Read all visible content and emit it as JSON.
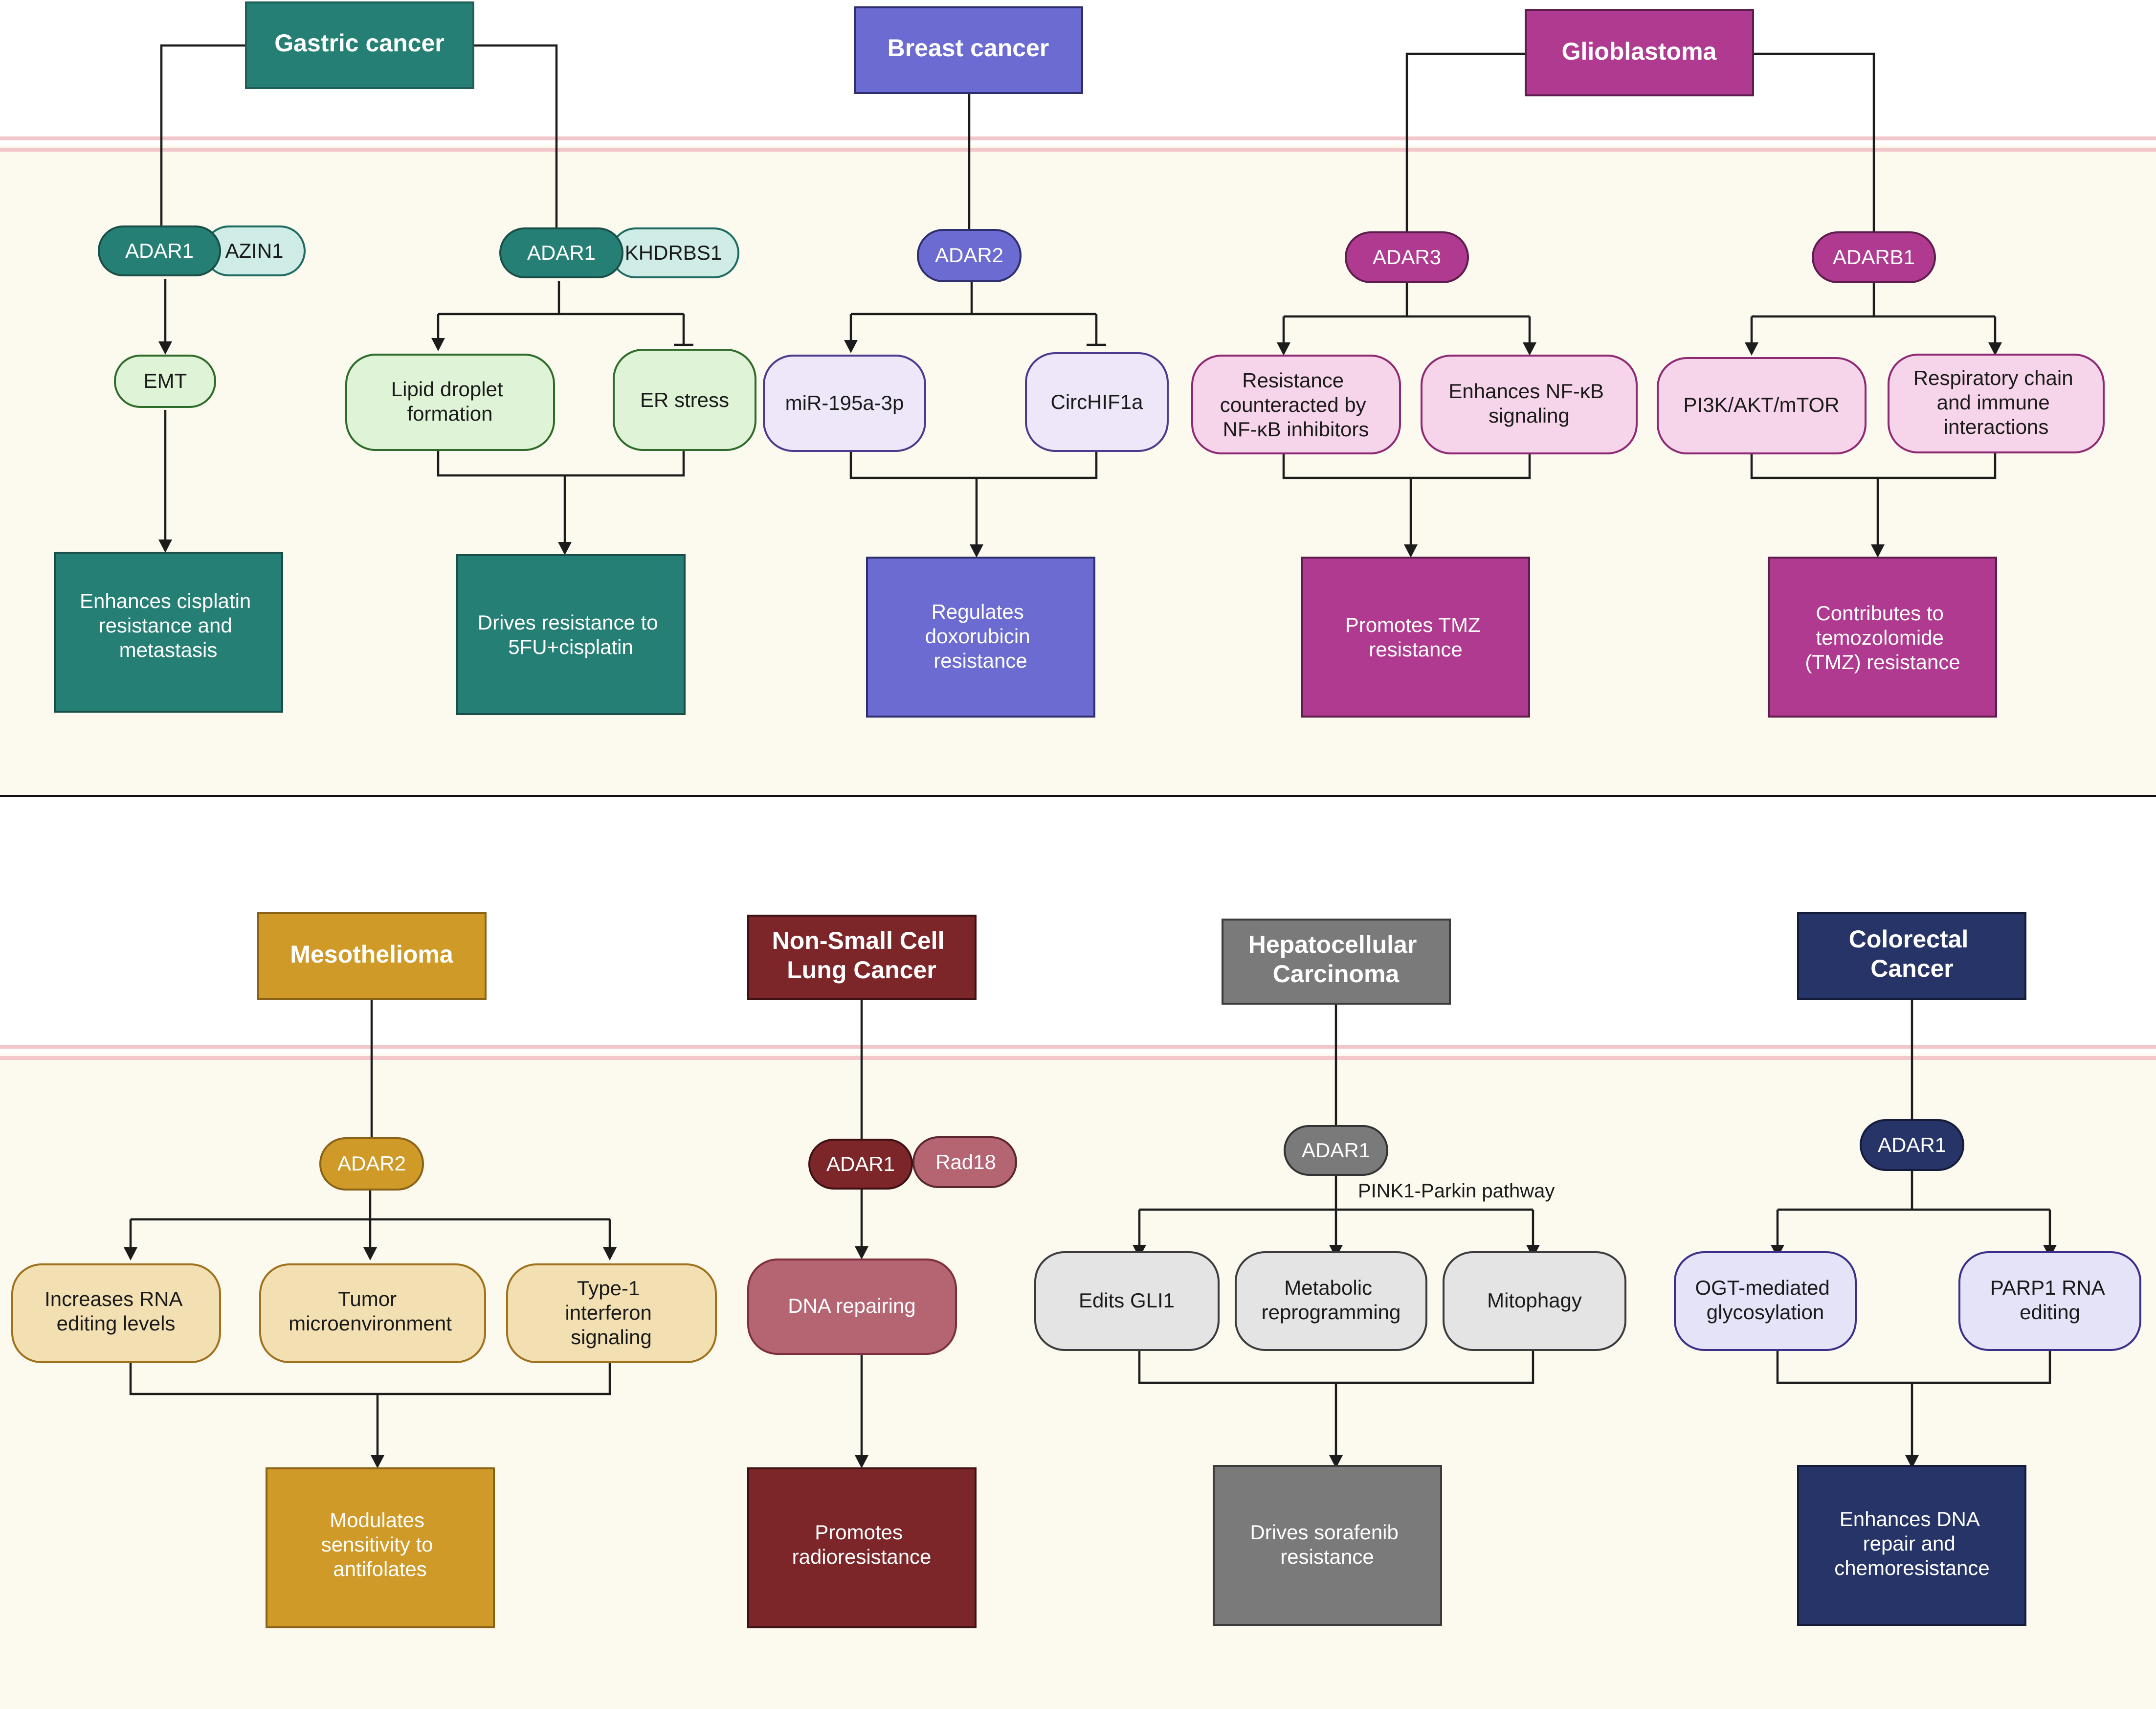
{
  "colors": {
    "gastric": "#267f75",
    "gastric_light": "#cfece6",
    "gastric_node": "#dff3d6",
    "gastric_node_stroke": "#2f6b2a",
    "breast": "#6b6bd1",
    "breast_node": "#eee7fa",
    "glioblastoma": "#b03a8f",
    "glio_node": "#f6d5ea",
    "mesothelioma": "#cf9a28",
    "meso_node": "#f2dfb2",
    "nsclc": "#7d2629",
    "nsclc_node": "#b56472",
    "hcc": "#7a7a7a",
    "hcc_node": "#e4e4e4",
    "colorectal": "#263468",
    "crc_node": "#e5e3f8",
    "cell_background": "#fcf9ee",
    "membrane": "#f3c6cb"
  },
  "top": {
    "gastric": {
      "title": "Gastric cancer",
      "left": {
        "pill": "ADAR1",
        "partner": "AZIN1",
        "node": "EMT",
        "outcome": [
          "Enhances cisplatin",
          "resistance and",
          "metastasis"
        ]
      },
      "right": {
        "pill": "ADAR1",
        "partner": "KHDRBS1",
        "nodes": [
          [
            "Lipid droplet",
            "formation"
          ],
          [
            "ER stress"
          ]
        ],
        "outcome": [
          "Drives resistance to",
          "5FU+cisplatin"
        ]
      }
    },
    "breast": {
      "title": "Breast cancer",
      "pill": "ADAR2",
      "nodes": [
        [
          "miR-195a-3p"
        ],
        [
          "CircHIF1a"
        ]
      ],
      "outcome": [
        "Regulates",
        "doxorubicin",
        "resistance"
      ]
    },
    "glioblastoma": {
      "title": "Glioblastoma",
      "left": {
        "pill": "ADAR3",
        "nodes": [
          [
            "Resistance",
            "counteracted by",
            "NF-κB inhibitors"
          ],
          [
            "Enhances NF-κB",
            "signaling"
          ]
        ],
        "outcome": [
          "Promotes TMZ",
          "resistance"
        ]
      },
      "right": {
        "pill": "ADARB1",
        "nodes": [
          [
            "PI3K/AKT/mTOR"
          ],
          [
            "Respiratory chain",
            "and immune",
            "interactions"
          ]
        ],
        "outcome": [
          "Contributes to",
          "temozolomide",
          "(TMZ) resistance"
        ]
      }
    }
  },
  "bottom": {
    "mesothelioma": {
      "title": "Mesothelioma",
      "pill": "ADAR2",
      "nodes": [
        [
          "Increases RNA",
          "editing levels"
        ],
        [
          "Tumor",
          "microenvironment"
        ],
        [
          "Type-1",
          "interferon",
          "signaling"
        ]
      ],
      "outcome": [
        "Modulates",
        "sensitivity to",
        "antifolates"
      ]
    },
    "nsclc": {
      "title": [
        "Non-Small Cell",
        "Lung Cancer"
      ],
      "pill": "ADAR1",
      "partner": "Rad18",
      "node": "DNA repairing",
      "outcome": [
        "Promotes",
        "radioresistance"
      ]
    },
    "hcc": {
      "title": [
        "Hepatocellular",
        "Carcinoma"
      ],
      "pill": "ADAR1",
      "note": "PINK1-Parkin pathway",
      "nodes": [
        [
          "Edits GLI1"
        ],
        [
          "Metabolic",
          "reprogramming"
        ],
        [
          "Mitophagy"
        ]
      ],
      "outcome": [
        "Drives sorafenib",
        "resistance"
      ]
    },
    "colorectal": {
      "title": [
        "Colorectal",
        "Cancer"
      ],
      "pill": "ADAR1",
      "nodes": [
        [
          "OGT-mediated",
          "glycosylation"
        ],
        [
          "PARP1 RNA",
          "editing"
        ]
      ],
      "outcome": [
        "Enhances DNA",
        "repair and",
        "chemoresistance"
      ]
    }
  }
}
